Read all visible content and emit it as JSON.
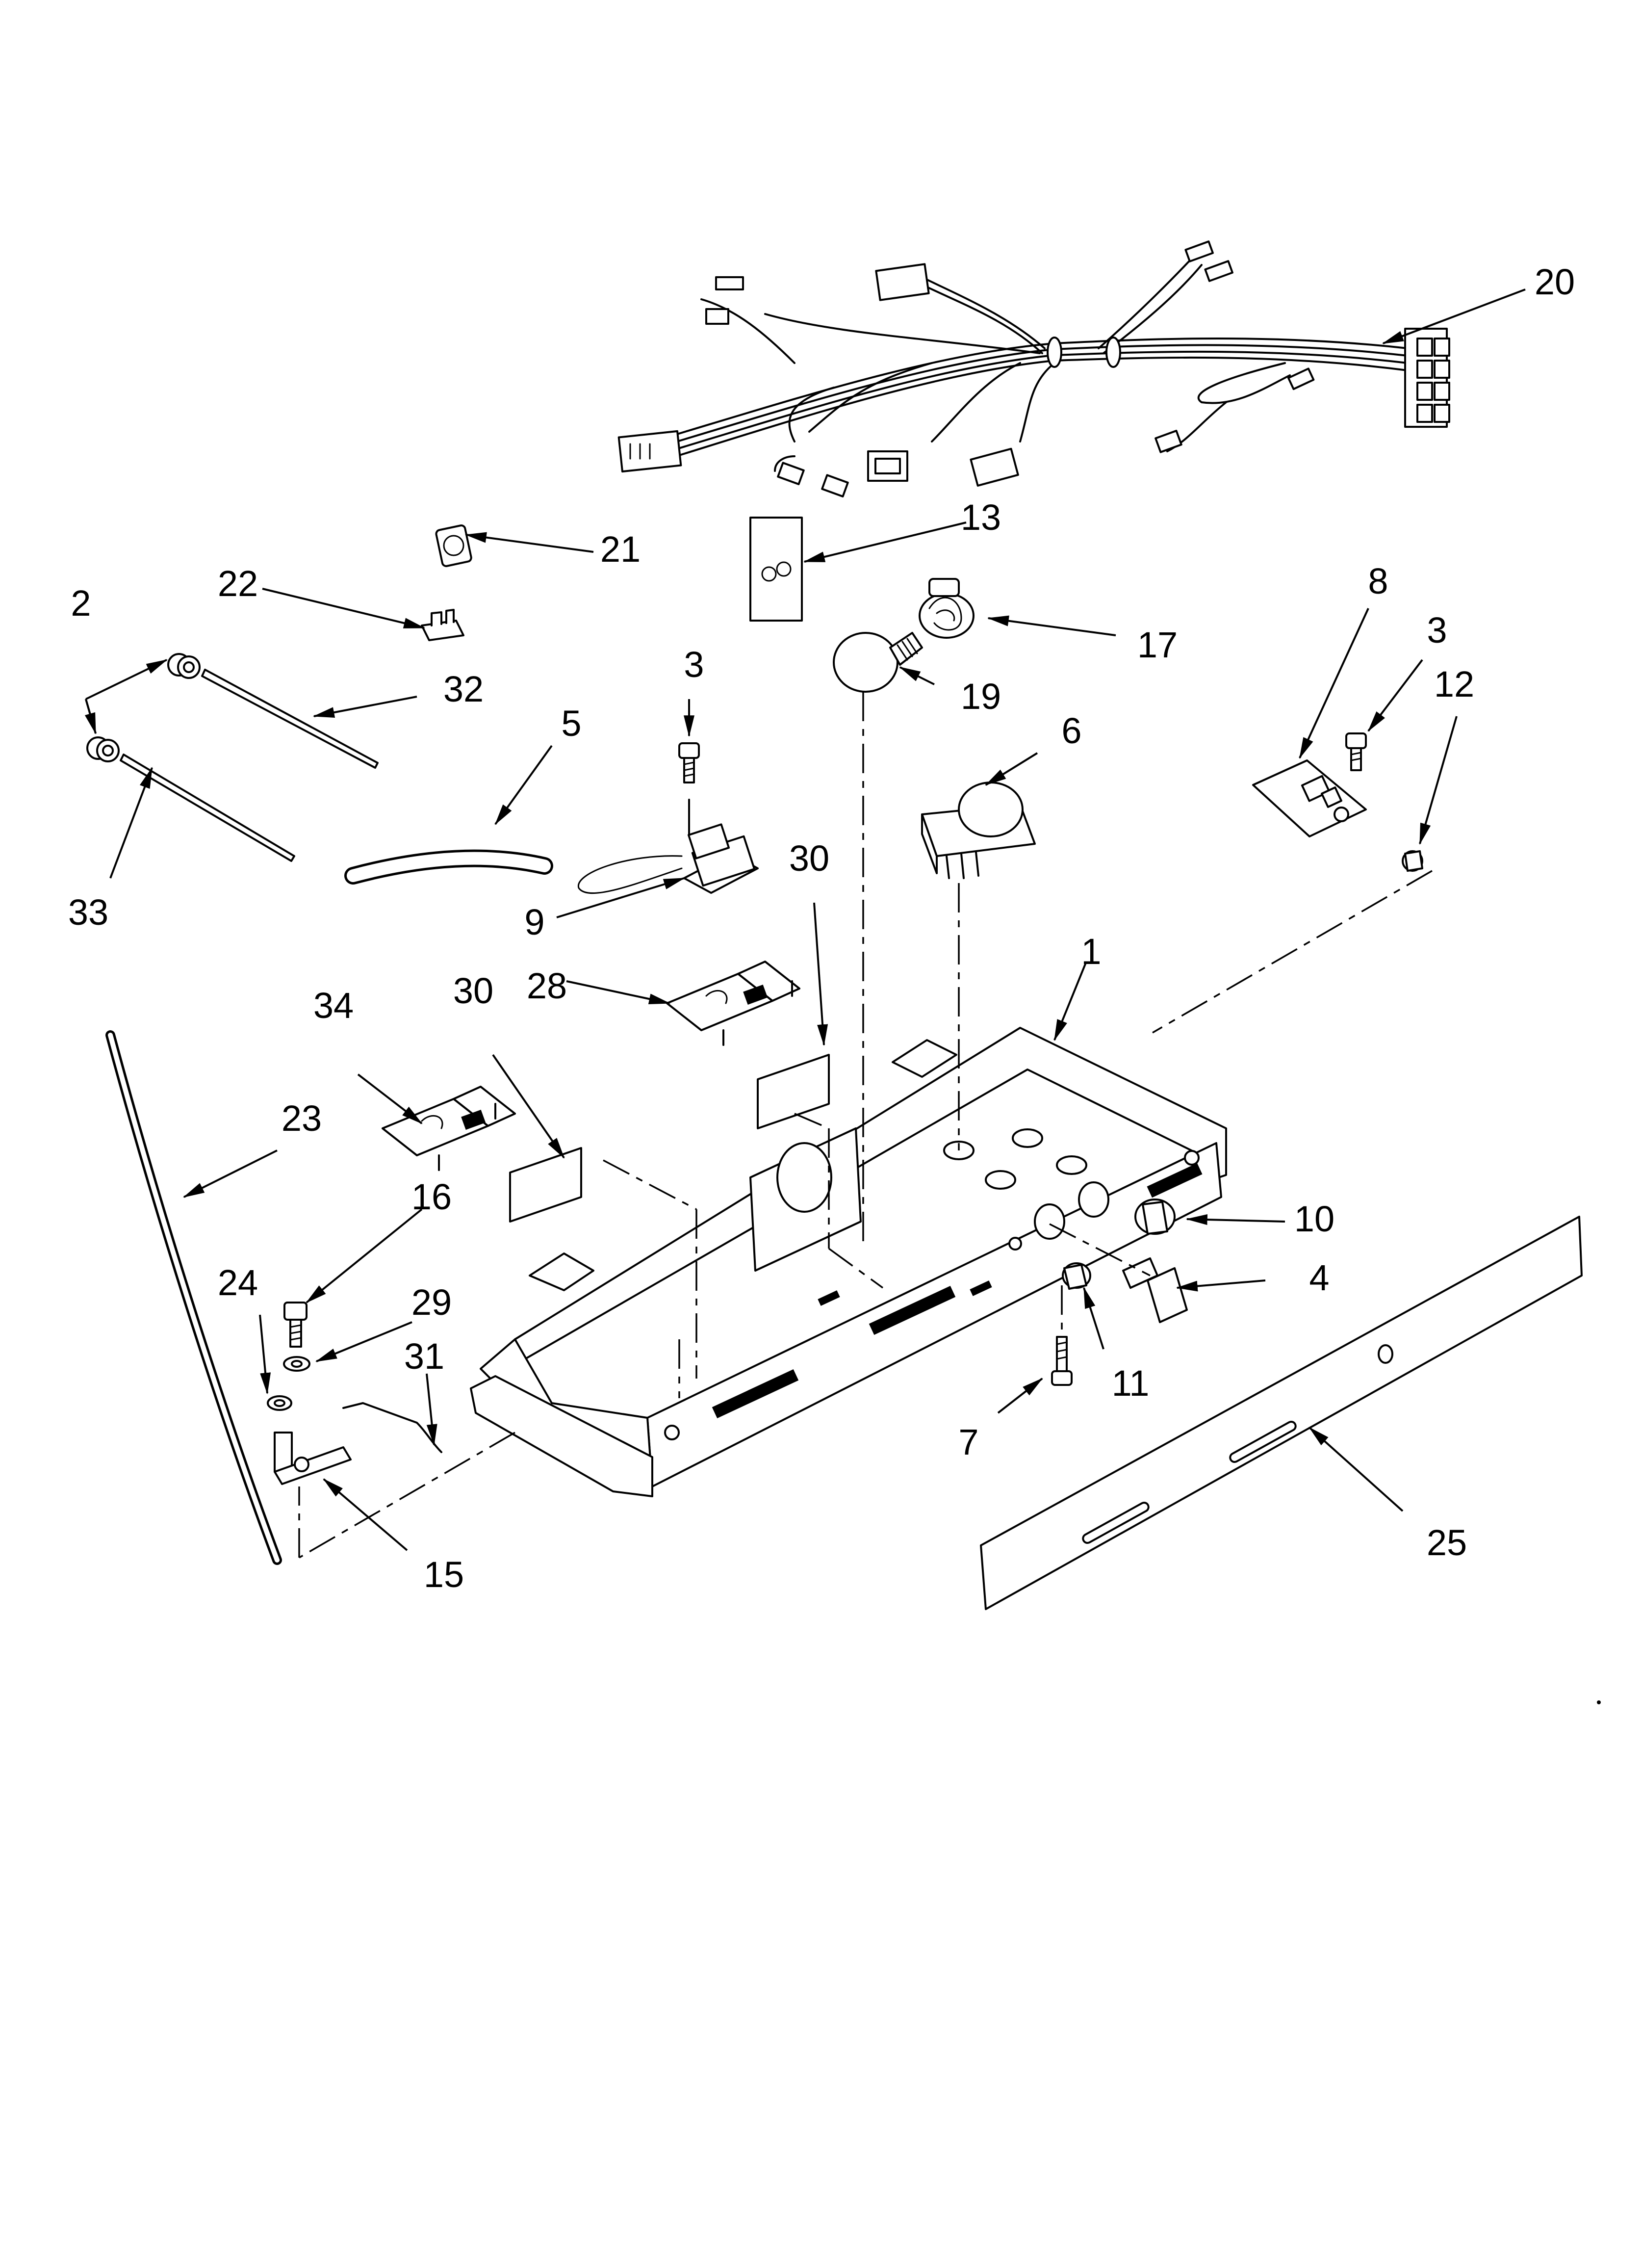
{
  "callouts": {
    "c1": "1",
    "c2": "2",
    "c3a": "3",
    "c3b": "3",
    "c4": "4",
    "c5": "5",
    "c6": "6",
    "c7": "7",
    "c8": "8",
    "c9": "9",
    "c10": "10",
    "c11": "11",
    "c12": "12",
    "c13": "13",
    "c15": "15",
    "c16": "16",
    "c17": "17",
    "c19": "19",
    "c20": "20",
    "c21": "21",
    "c22": "22",
    "c23": "23",
    "c24": "24",
    "c25": "25",
    "c28": "28",
    "c29": "29",
    "c30a": "30",
    "c30b": "30",
    "c31": "31",
    "c32": "32",
    "c33": "33",
    "c34": "34"
  }
}
